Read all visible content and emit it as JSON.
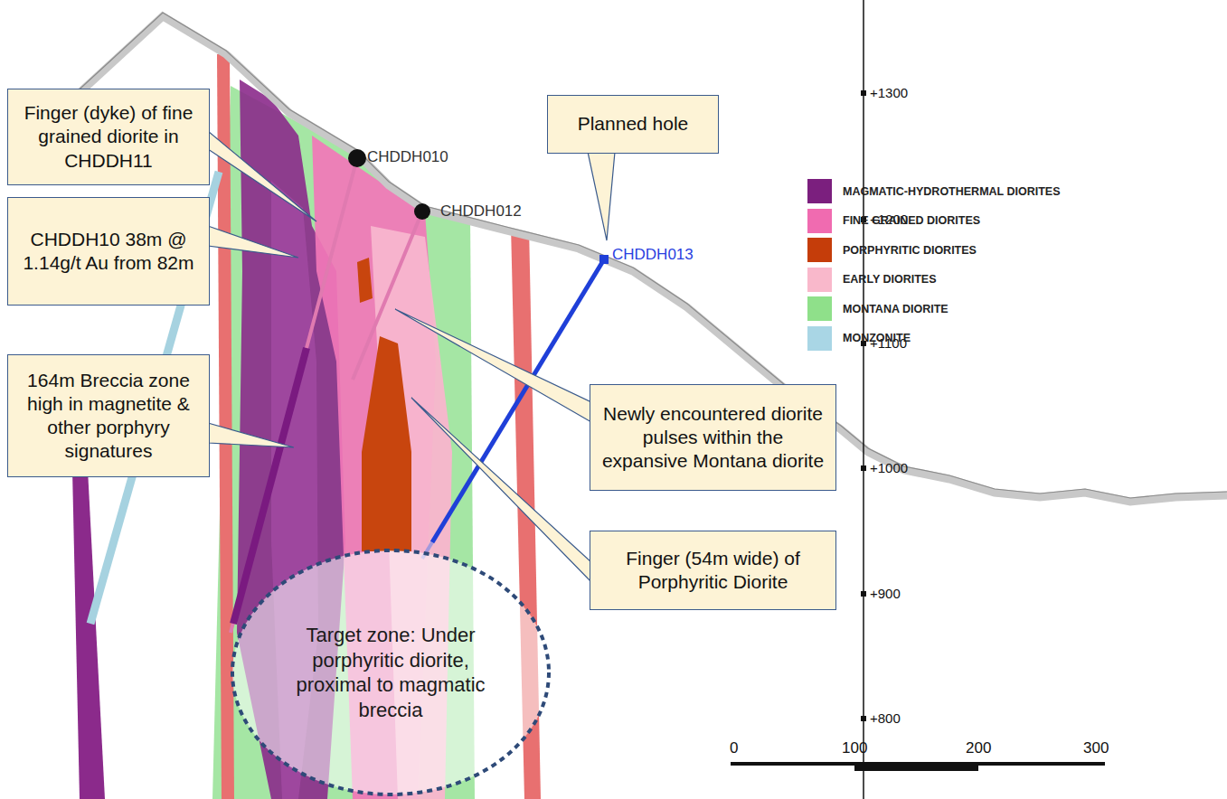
{
  "diagram": {
    "nodes": [
      {
        "text": [
          "Finger (dyke) of fine grained diorite in CHDDH11"
        ]
      },
      {
        "text": [
          "Planned hole"
        ]
      },
      {
        "text": [
          "CHDDH10 38m @ 1.14g/t Au from 82m"
        ]
      },
      {
        "text": [
          "164m Breccia zone high in magnetite & other porphyry signatures"
        ]
      },
      {
        "text": [
          "Newly encountered diorite pulses within the expansive Montana diorite"
        ]
      },
      {
        "text": [
          "Finger (54m wide) of Porphyritic Diorite"
        ]
      },
      {
        "text": [
          "Target zone: Under porphyritic diorite, proximal to magmatic breccia"
        ]
      }
    ],
    "labels": [
      "CHDDH010",
      "CHDDH012",
      "CHDDH013",
      "+1300",
      "+1200",
      "+1100",
      "+1000",
      "+900",
      "+800",
      "0",
      "100",
      "200",
      "300"
    ],
    "legend": [
      {
        "text": "MAGMATIC-HYDROTHERMAL DIORITES",
        "color": "#7b1f7e"
      },
      {
        "text": "FINE GRAINED DIORITES",
        "color": "#f06bb0"
      },
      {
        "text": "PORPHYRITIC DIORITES",
        "color": "#c53d0a"
      },
      {
        "text": "EARLY DIORITES",
        "color": "#f9b8cb"
      },
      {
        "text": "MONTANA DIORITE",
        "color": "#8fe08a"
      },
      {
        "text": "MONZONITE",
        "color": "#a9d6e5"
      }
    ]
  }
}
